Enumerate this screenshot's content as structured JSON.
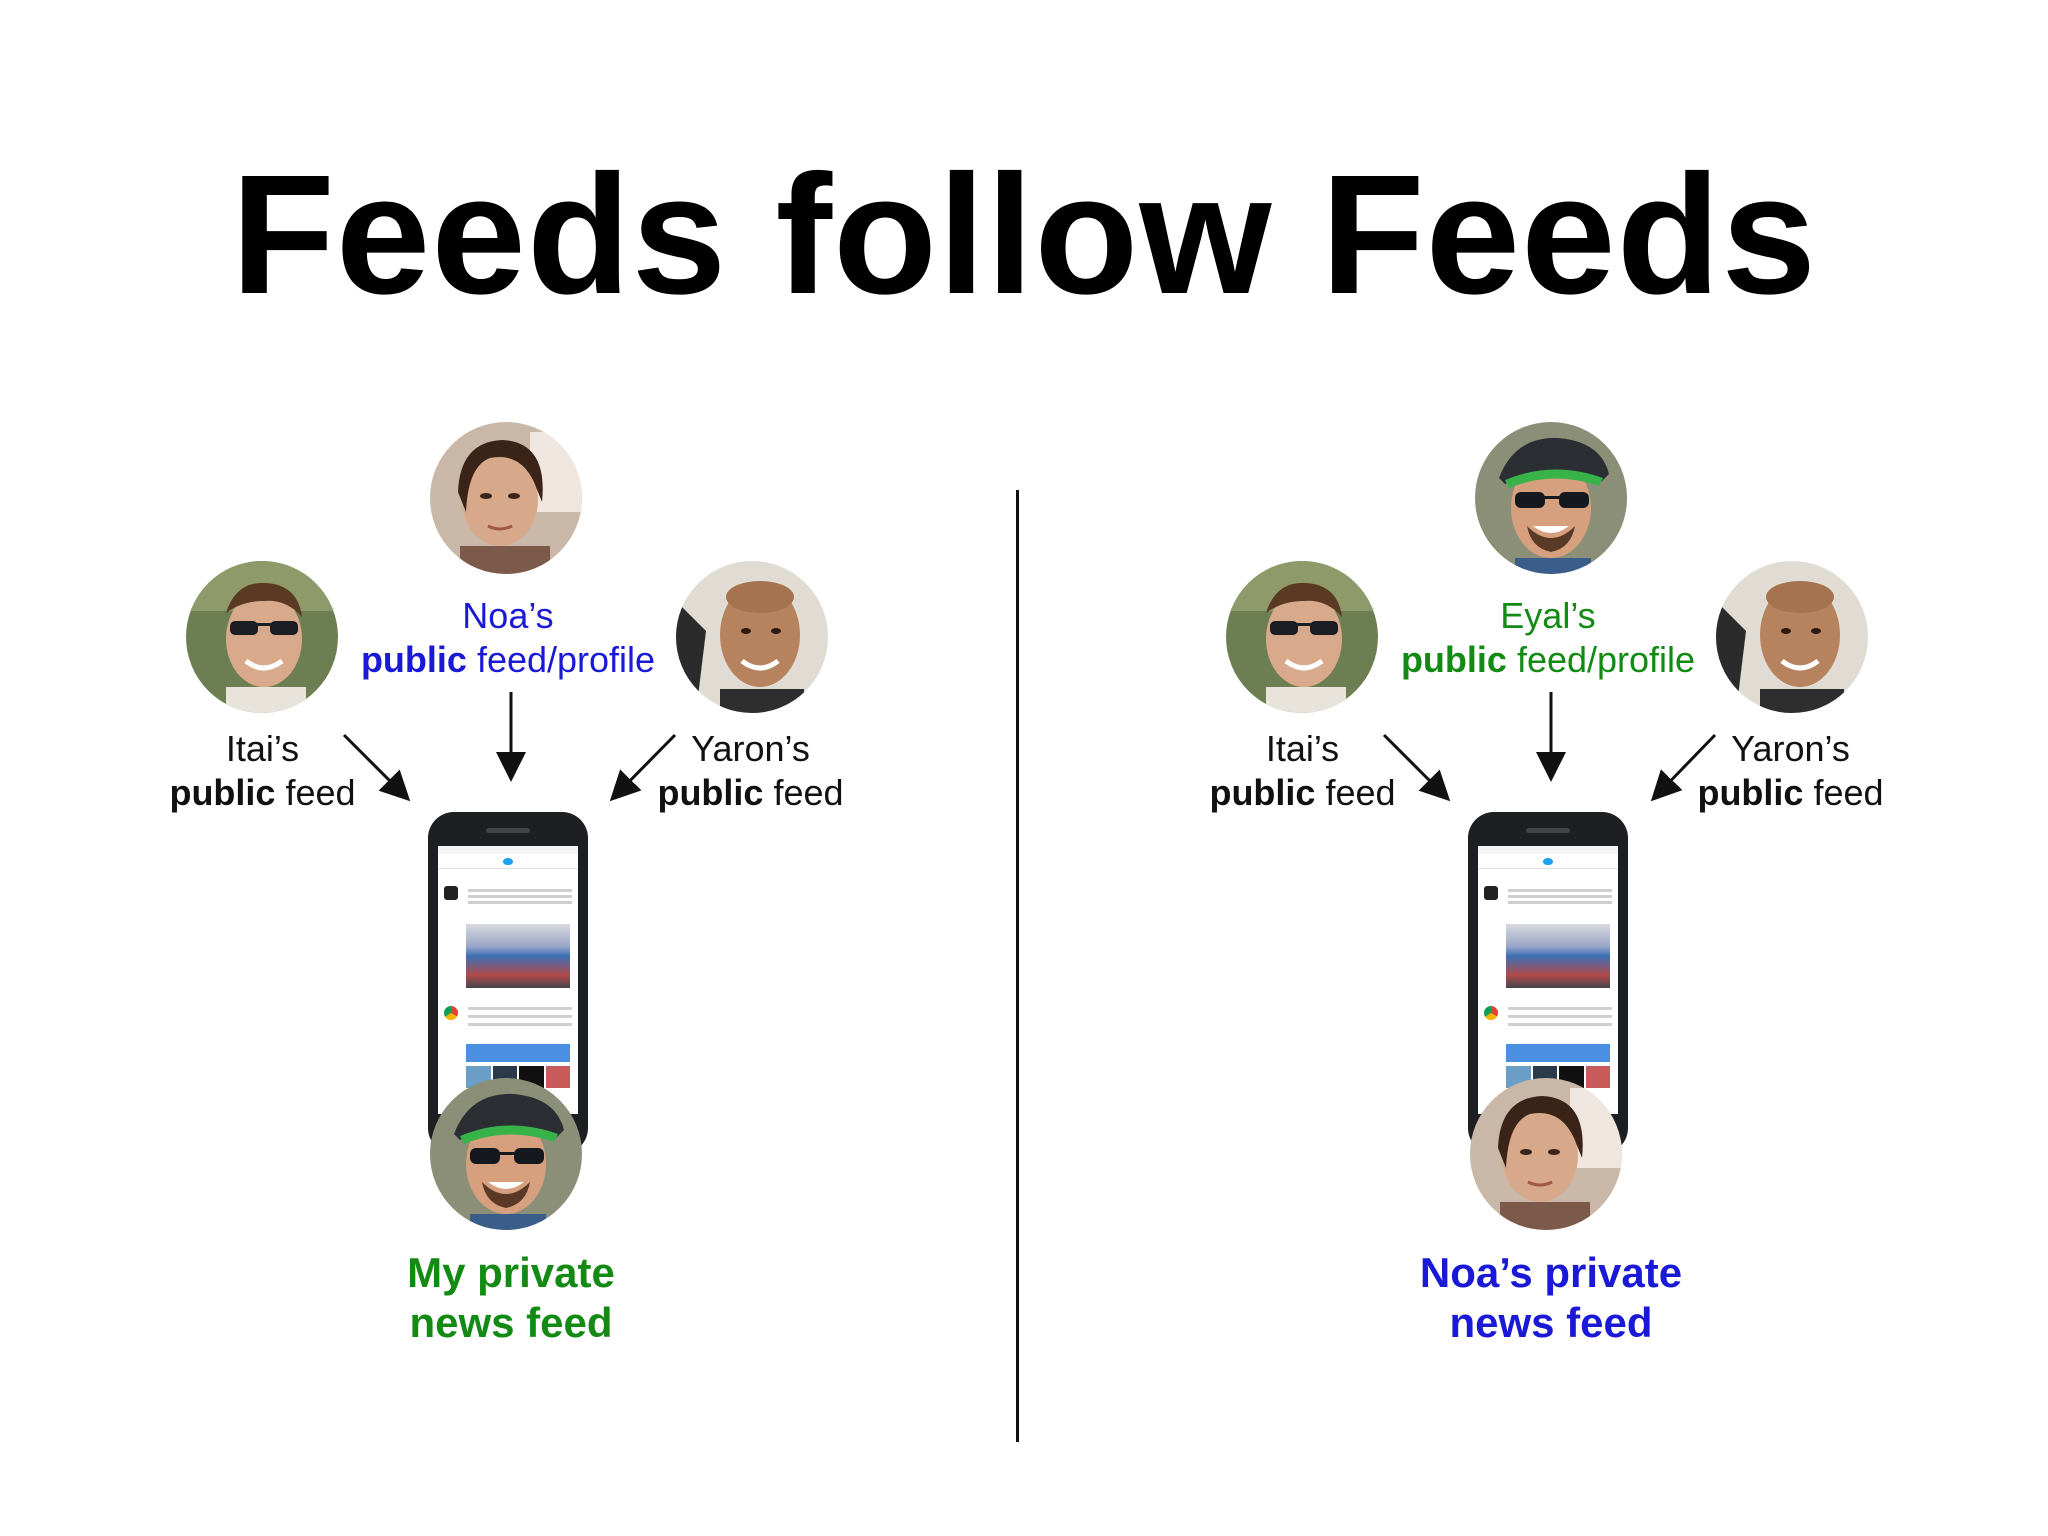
{
  "title": "Feeds follow Feeds",
  "colors": {
    "blue": "#1a1ad6",
    "green": "#138a13",
    "text": "#111111"
  },
  "left": {
    "top_label": {
      "owner": "Noa’s",
      "bold": "public",
      "rest": " feed/profile"
    },
    "left_label": {
      "owner": "Itai’s",
      "bold": "public",
      "rest": " feed"
    },
    "right_label": {
      "owner": "Yaron’s",
      "bold": "public",
      "rest": " feed"
    },
    "feed_label": {
      "line1": "My private",
      "line2": "news feed"
    }
  },
  "right": {
    "top_label": {
      "owner": "Eyal’s",
      "bold": "public",
      "rest": " feed/profile"
    },
    "left_label": {
      "owner": "Itai’s",
      "bold": "public",
      "rest": " feed"
    },
    "right_label": {
      "owner": "Yaron’s",
      "bold": "public",
      "rest": " feed"
    },
    "feed_label": {
      "line1": "Noa’s private",
      "line2": "news feed"
    }
  }
}
